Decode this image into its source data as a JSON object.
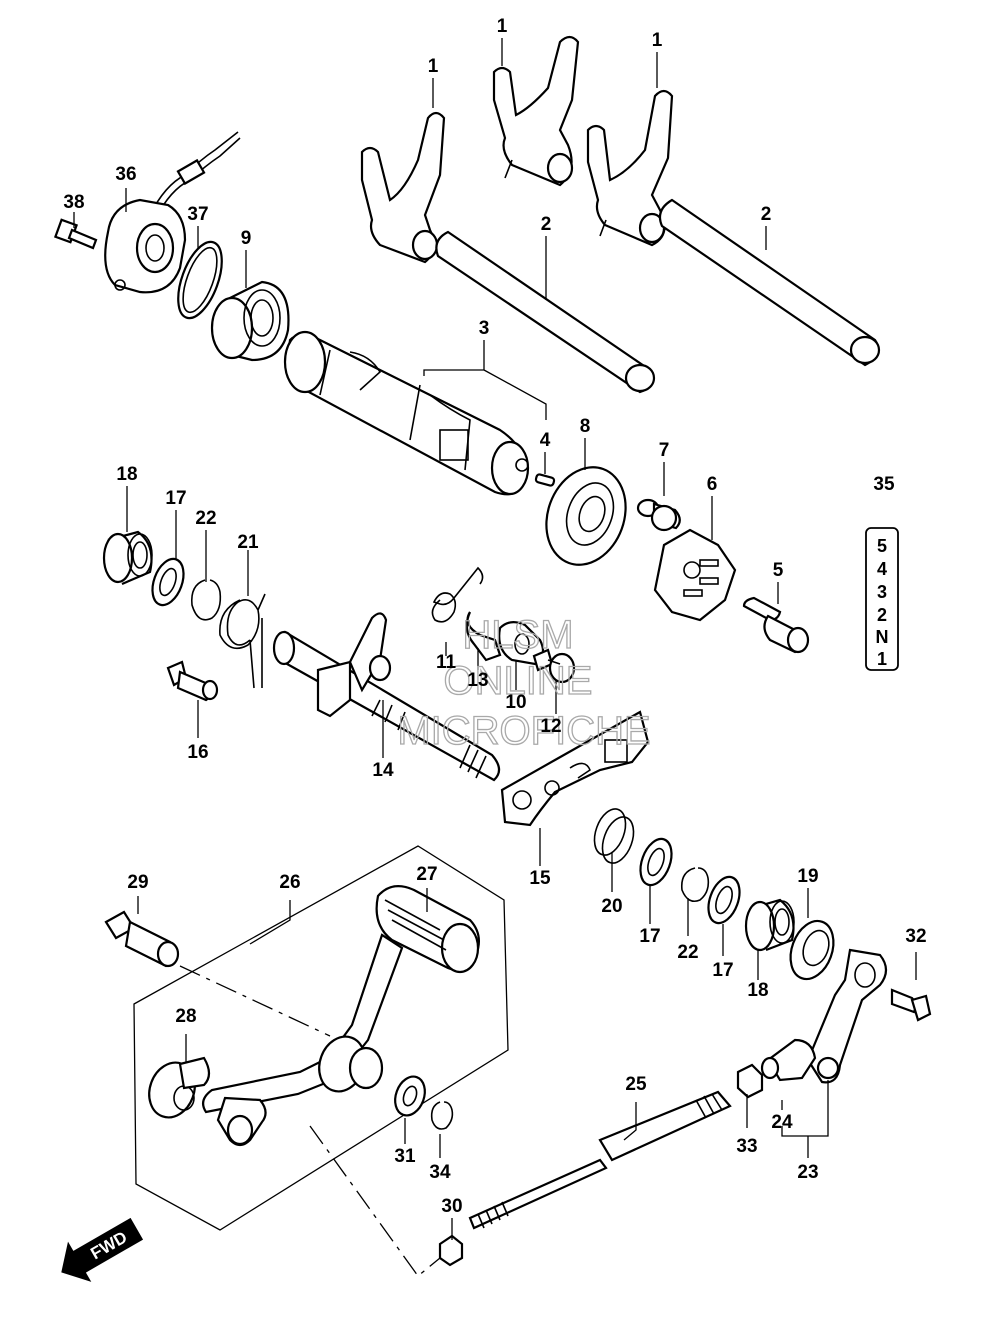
{
  "labels": {
    "l1a": "1",
    "l1b": "1",
    "l1c": "1",
    "l2a": "2",
    "l2b": "2",
    "l3": "3",
    "l4": "4",
    "l5": "5",
    "l6": "6",
    "l7": "7",
    "l8": "8",
    "l9": "9",
    "l10": "10",
    "l11": "11",
    "l12": "12",
    "l13": "13",
    "l14": "14",
    "l15": "15",
    "l16": "16",
    "l17a": "17",
    "l17b": "17",
    "l17c": "17",
    "l18a": "18",
    "l18b": "18",
    "l19": "19",
    "l20": "20",
    "l21": "21",
    "l22a": "22",
    "l22b": "22",
    "l23": "23",
    "l24": "24",
    "l25": "25",
    "l26": "26",
    "l27": "27",
    "l28": "28",
    "l29": "29",
    "l30": "30",
    "l31": "31",
    "l32": "32",
    "l33": "33",
    "l34": "34",
    "l35": "35",
    "l36": "36",
    "l37": "37",
    "l38": "38"
  },
  "gear_selector": [
    "5",
    "4",
    "3",
    "2",
    "N",
    "1"
  ],
  "watermark": [
    "HLSM",
    "ONLINE",
    "MICROFICHE"
  ],
  "fwd_label": "FWD"
}
